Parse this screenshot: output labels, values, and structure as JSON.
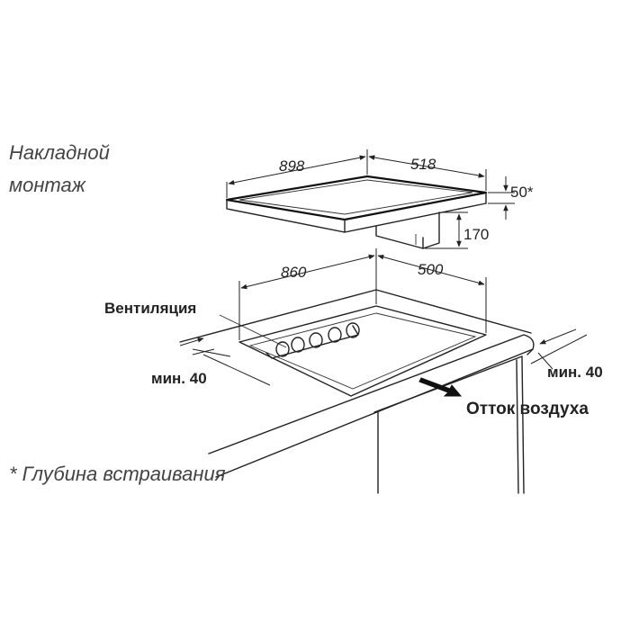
{
  "surface_mount": {
    "line1": "Накладной",
    "line2": "монтаж"
  },
  "top_unit": {
    "width": "898",
    "depth": "518",
    "thickness": "50*",
    "height": "170"
  },
  "cutout": {
    "width": "860",
    "depth": "500"
  },
  "labels": {
    "ventilation": "Вентиляция",
    "min_left": "мин. 40",
    "min_right": "мин. 40",
    "air_outflow": "Отток воздуха",
    "footnote": "* Глубина встраивания"
  }
}
